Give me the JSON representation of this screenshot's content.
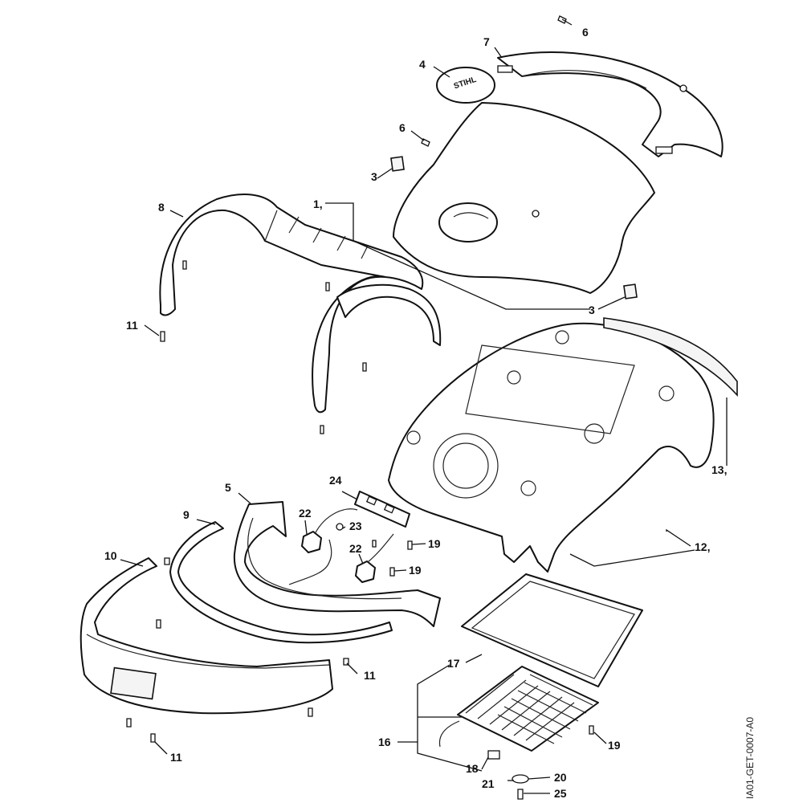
{
  "callouts": {
    "c1": "1,",
    "c3a": "3",
    "c3b": "3",
    "c4": "4",
    "c5": "5",
    "c6a": "6",
    "c6b": "6",
    "c7": "7",
    "c8": "8",
    "c9": "9",
    "c10": "10",
    "c11a": "11",
    "c11b": "11",
    "c11c": "11",
    "c12": "12,",
    "c13": "13,",
    "c16": "16",
    "c17": "17",
    "c18": "18",
    "c19a": "19",
    "c19b": "19",
    "c19c": "19",
    "c20": "20",
    "c21": "21",
    "c22a": "22",
    "c22b": "22",
    "c23": "23",
    "c24": "24",
    "c25": "25"
  },
  "logo_text": "STIHL",
  "document_id": "IA01-GET-0007-A0"
}
